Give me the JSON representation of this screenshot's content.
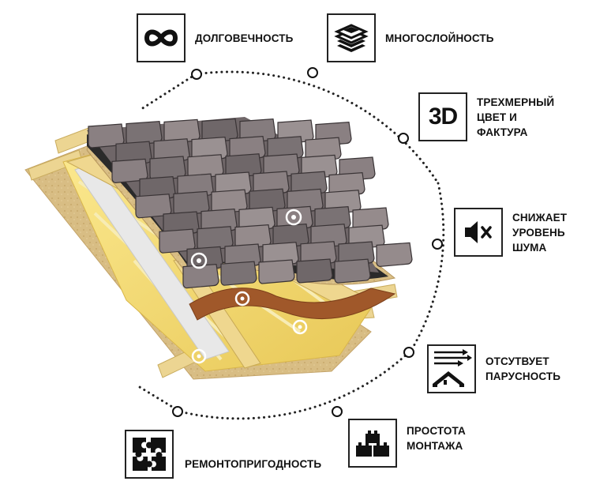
{
  "features": {
    "durability": {
      "lines": [
        "ДОЛГОВЕЧНОСТЬ"
      ],
      "icon": "infinity-icon"
    },
    "multilayer": {
      "lines": [
        "МНОГОСЛОЙНОСТЬ"
      ],
      "icon": "layers-icon"
    },
    "color3d": {
      "lines": [
        "ТРЕХМЕРНЫЙ",
        "ЦВЕТ И",
        "ФАКТУРА"
      ],
      "icon": "3d-icon",
      "icon_text": "3D"
    },
    "noise": {
      "lines": [
        "СНИЖАЕТ",
        "УРОВЕНЬ",
        "ШУМА"
      ],
      "icon": "speaker-mute-icon"
    },
    "wind": {
      "lines": [
        "ОТСУТВУЕТ",
        "ПАРУСНОСТЬ"
      ],
      "icon": "wind-house-icon"
    },
    "install": {
      "lines": [
        "ПРОСТОТА",
        "МОНТАЖА"
      ],
      "icon": "building-blocks-icon"
    },
    "repair": {
      "lines": [
        "РЕМОНТОПРИГОДНОСТЬ"
      ],
      "icon": "puzzle-icon"
    }
  },
  "colors": {
    "ink": "#111111",
    "shingle": "#7d7476",
    "wood": "#e9cf85",
    "insulation": "#f2dc76",
    "osb": "#d9bf86",
    "underlay": "#2a2a2a"
  }
}
